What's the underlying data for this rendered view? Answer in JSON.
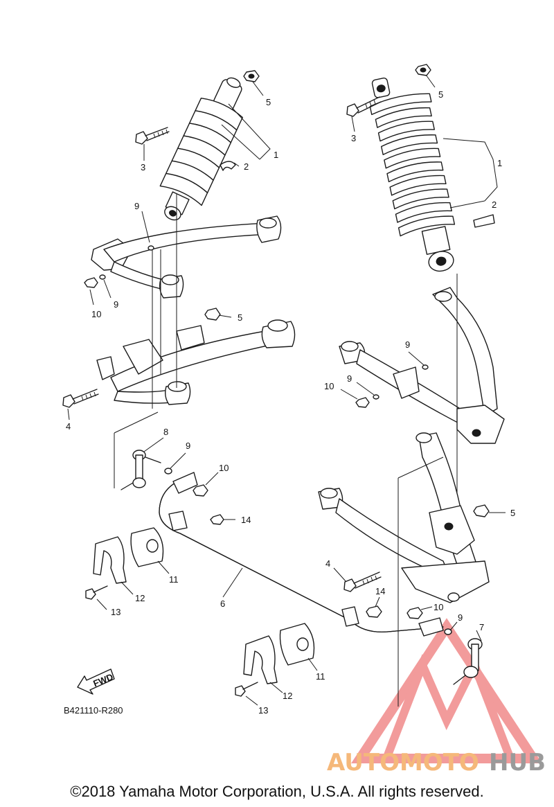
{
  "diagram_code": "B421110-R280",
  "fwd_label": "FWD",
  "copyright": "©2018 Yamaha Motor Corporation, U.S.A. All rights reserved.",
  "watermark": {
    "word_a": "AUTOMOTO",
    "word_b": "HUB",
    "color_a": "#f5b87a",
    "color_b": "#9a9a9a",
    "logo_color": "#f08a8a"
  },
  "callouts": {
    "c1a": "1",
    "c2a": "2",
    "c3a": "3",
    "c5a": "5",
    "c1b": "1",
    "c2b": "2",
    "c3b": "3",
    "c5b": "5",
    "c9a": "9",
    "c9b": "9",
    "c10a": "10",
    "c5c": "5",
    "c4a": "4",
    "c9c": "9",
    "c9d": "9",
    "c10b": "10",
    "c8": "8",
    "c9e": "9",
    "c10c": "10",
    "c14a": "14",
    "c11a": "11",
    "c12a": "12",
    "c13a": "13",
    "c6": "6",
    "c5d": "5",
    "c4b": "4",
    "c14b": "14",
    "c10d": "10",
    "c9f": "9",
    "c7": "7",
    "c11b": "11",
    "c12b": "12",
    "c13b": "13"
  }
}
